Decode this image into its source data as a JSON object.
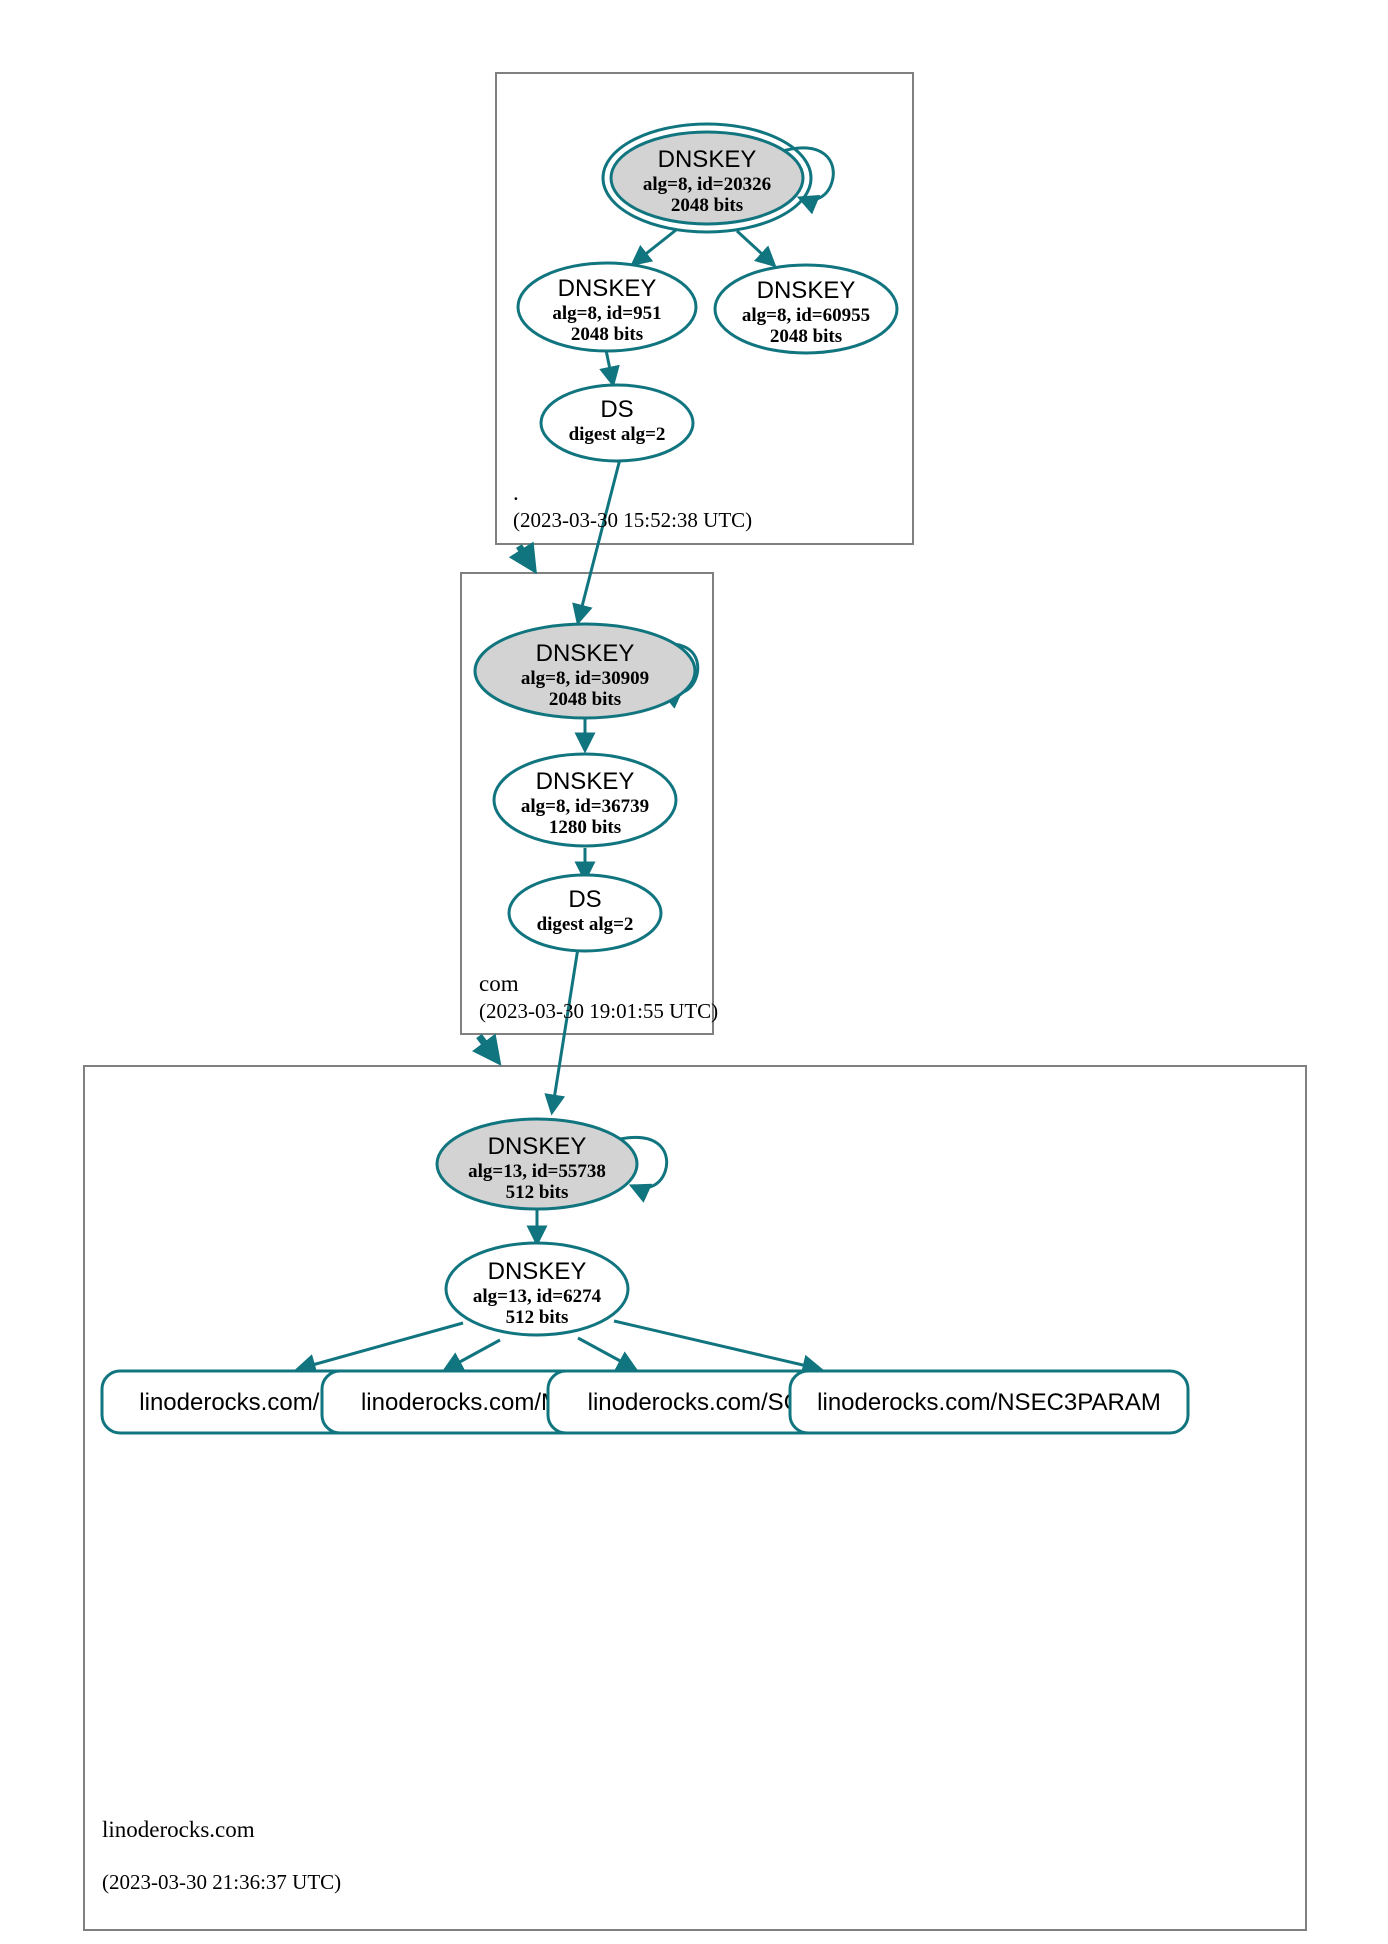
{
  "diagram": {
    "kind": "dnssec-chain-of-trust",
    "colors": {
      "edge": "#11757f",
      "node_stroke": "#11757f",
      "secure_key_fill": "#d3d3d3",
      "rrset_stroke": "#11757f",
      "zone_box_stroke": "#808080",
      "background": "#ffffff",
      "text": "#000000"
    }
  },
  "zones": [
    {
      "id": "root",
      "name": ".",
      "timestamp": "(2023-03-30 15:52:38 UTC)",
      "nodes": [
        {
          "id": "root-ksk",
          "type": "DNSKEY",
          "title": "DNSKEY",
          "detail": "alg=8, id=20326",
          "size": "2048 bits",
          "trust_anchor": true,
          "self_signed": true,
          "fill": "secure-key"
        },
        {
          "id": "root-zsk-951",
          "type": "DNSKEY",
          "title": "DNSKEY",
          "detail": "alg=8, id=951",
          "size": "2048 bits",
          "trust_anchor": false,
          "self_signed": false,
          "fill": "plain"
        },
        {
          "id": "root-zsk-60955",
          "type": "DNSKEY",
          "title": "DNSKEY",
          "detail": "alg=8, id=60955",
          "size": "2048 bits",
          "trust_anchor": false,
          "self_signed": false,
          "fill": "plain"
        },
        {
          "id": "root-ds",
          "type": "DS",
          "title": "DS",
          "detail": "digest alg=2",
          "size": "",
          "trust_anchor": false,
          "self_signed": false,
          "fill": "plain"
        }
      ]
    },
    {
      "id": "com",
      "name": "com",
      "timestamp": "(2023-03-30 19:01:55 UTC)",
      "nodes": [
        {
          "id": "com-ksk",
          "type": "DNSKEY",
          "title": "DNSKEY",
          "detail": "alg=8, id=30909",
          "size": "2048 bits",
          "trust_anchor": false,
          "self_signed": true,
          "fill": "secure-key"
        },
        {
          "id": "com-zsk",
          "type": "DNSKEY",
          "title": "DNSKEY",
          "detail": "alg=8, id=36739",
          "size": "1280 bits",
          "trust_anchor": false,
          "self_signed": false,
          "fill": "plain"
        },
        {
          "id": "com-ds",
          "type": "DS",
          "title": "DS",
          "detail": "digest alg=2",
          "size": "",
          "trust_anchor": false,
          "self_signed": false,
          "fill": "plain"
        }
      ]
    },
    {
      "id": "linoderocks",
      "name": "linoderocks.com",
      "timestamp": "(2023-03-30 21:36:37 UTC)",
      "nodes": [
        {
          "id": "zone-ksk",
          "type": "DNSKEY",
          "title": "DNSKEY",
          "detail": "alg=13, id=55738",
          "size": "512 bits",
          "trust_anchor": false,
          "self_signed": true,
          "fill": "secure-key"
        },
        {
          "id": "zone-zsk",
          "type": "DNSKEY",
          "title": "DNSKEY",
          "detail": "alg=13, id=6274",
          "size": "512 bits",
          "trust_anchor": false,
          "self_signed": false,
          "fill": "plain"
        }
      ],
      "rrsets": [
        {
          "id": "rrset-ns",
          "label": "linoderocks.com/NS"
        },
        {
          "id": "rrset-mx",
          "label": "linoderocks.com/MX"
        },
        {
          "id": "rrset-soa",
          "label": "linoderocks.com/SOA"
        },
        {
          "id": "rrset-nsec3param",
          "label": "linoderocks.com/NSEC3PARAM"
        }
      ]
    }
  ]
}
